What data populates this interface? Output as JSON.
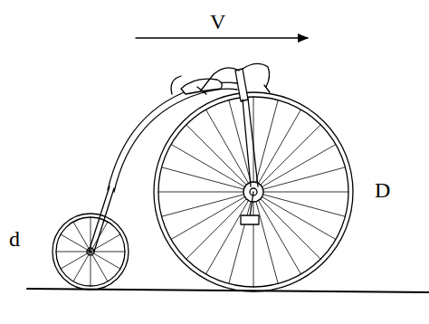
{
  "diagram": {
    "labels": [
      "V",
      "D",
      "d"
    ]
  }
}
